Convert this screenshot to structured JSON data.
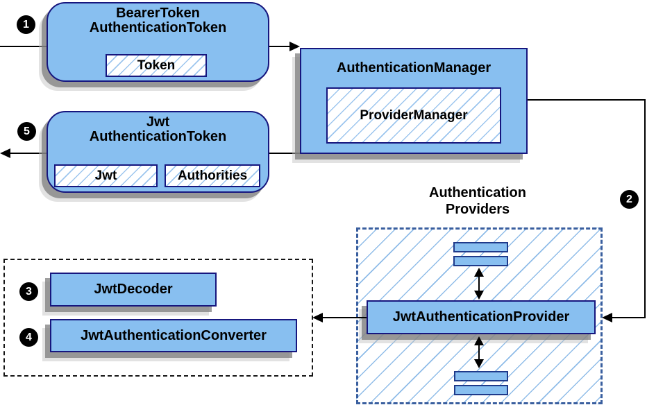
{
  "nodes": {
    "bearer_token": {
      "line1": "BearerToken",
      "line2": "AuthenticationToken",
      "field": "Token"
    },
    "authentication_manager": {
      "title": "AuthenticationManager",
      "field": "ProviderManager"
    },
    "jwt_authentication_token": {
      "line1": "Jwt",
      "line2": "AuthenticationToken",
      "field1": "Jwt",
      "field2": "Authorities"
    },
    "authentication_providers_group": {
      "line1": "Authentication",
      "line2": "Providers"
    },
    "jwt_authentication_provider": {
      "title": "JwtAuthenticationProvider"
    },
    "jwt_decoder": {
      "title": "JwtDecoder"
    },
    "jwt_authentication_converter": {
      "title": "JwtAuthenticationConverter"
    }
  },
  "steps": {
    "s1": "1",
    "s2": "2",
    "s3": "3",
    "s4": "4",
    "s5": "5"
  },
  "colors": {
    "background": "#FFFFFF",
    "node_fill": "#88BFF0",
    "node_border": "#16167E",
    "field_hatch_line": "#9CC5EE",
    "group_hatch_line": "#8FBCE8",
    "group_border": "#3A5F9F",
    "container_border": "#151515",
    "arrow": "#000000",
    "shadow": "#8F8F8F",
    "badge_background": "#000000",
    "badge_text": "#FFFFFF"
  }
}
